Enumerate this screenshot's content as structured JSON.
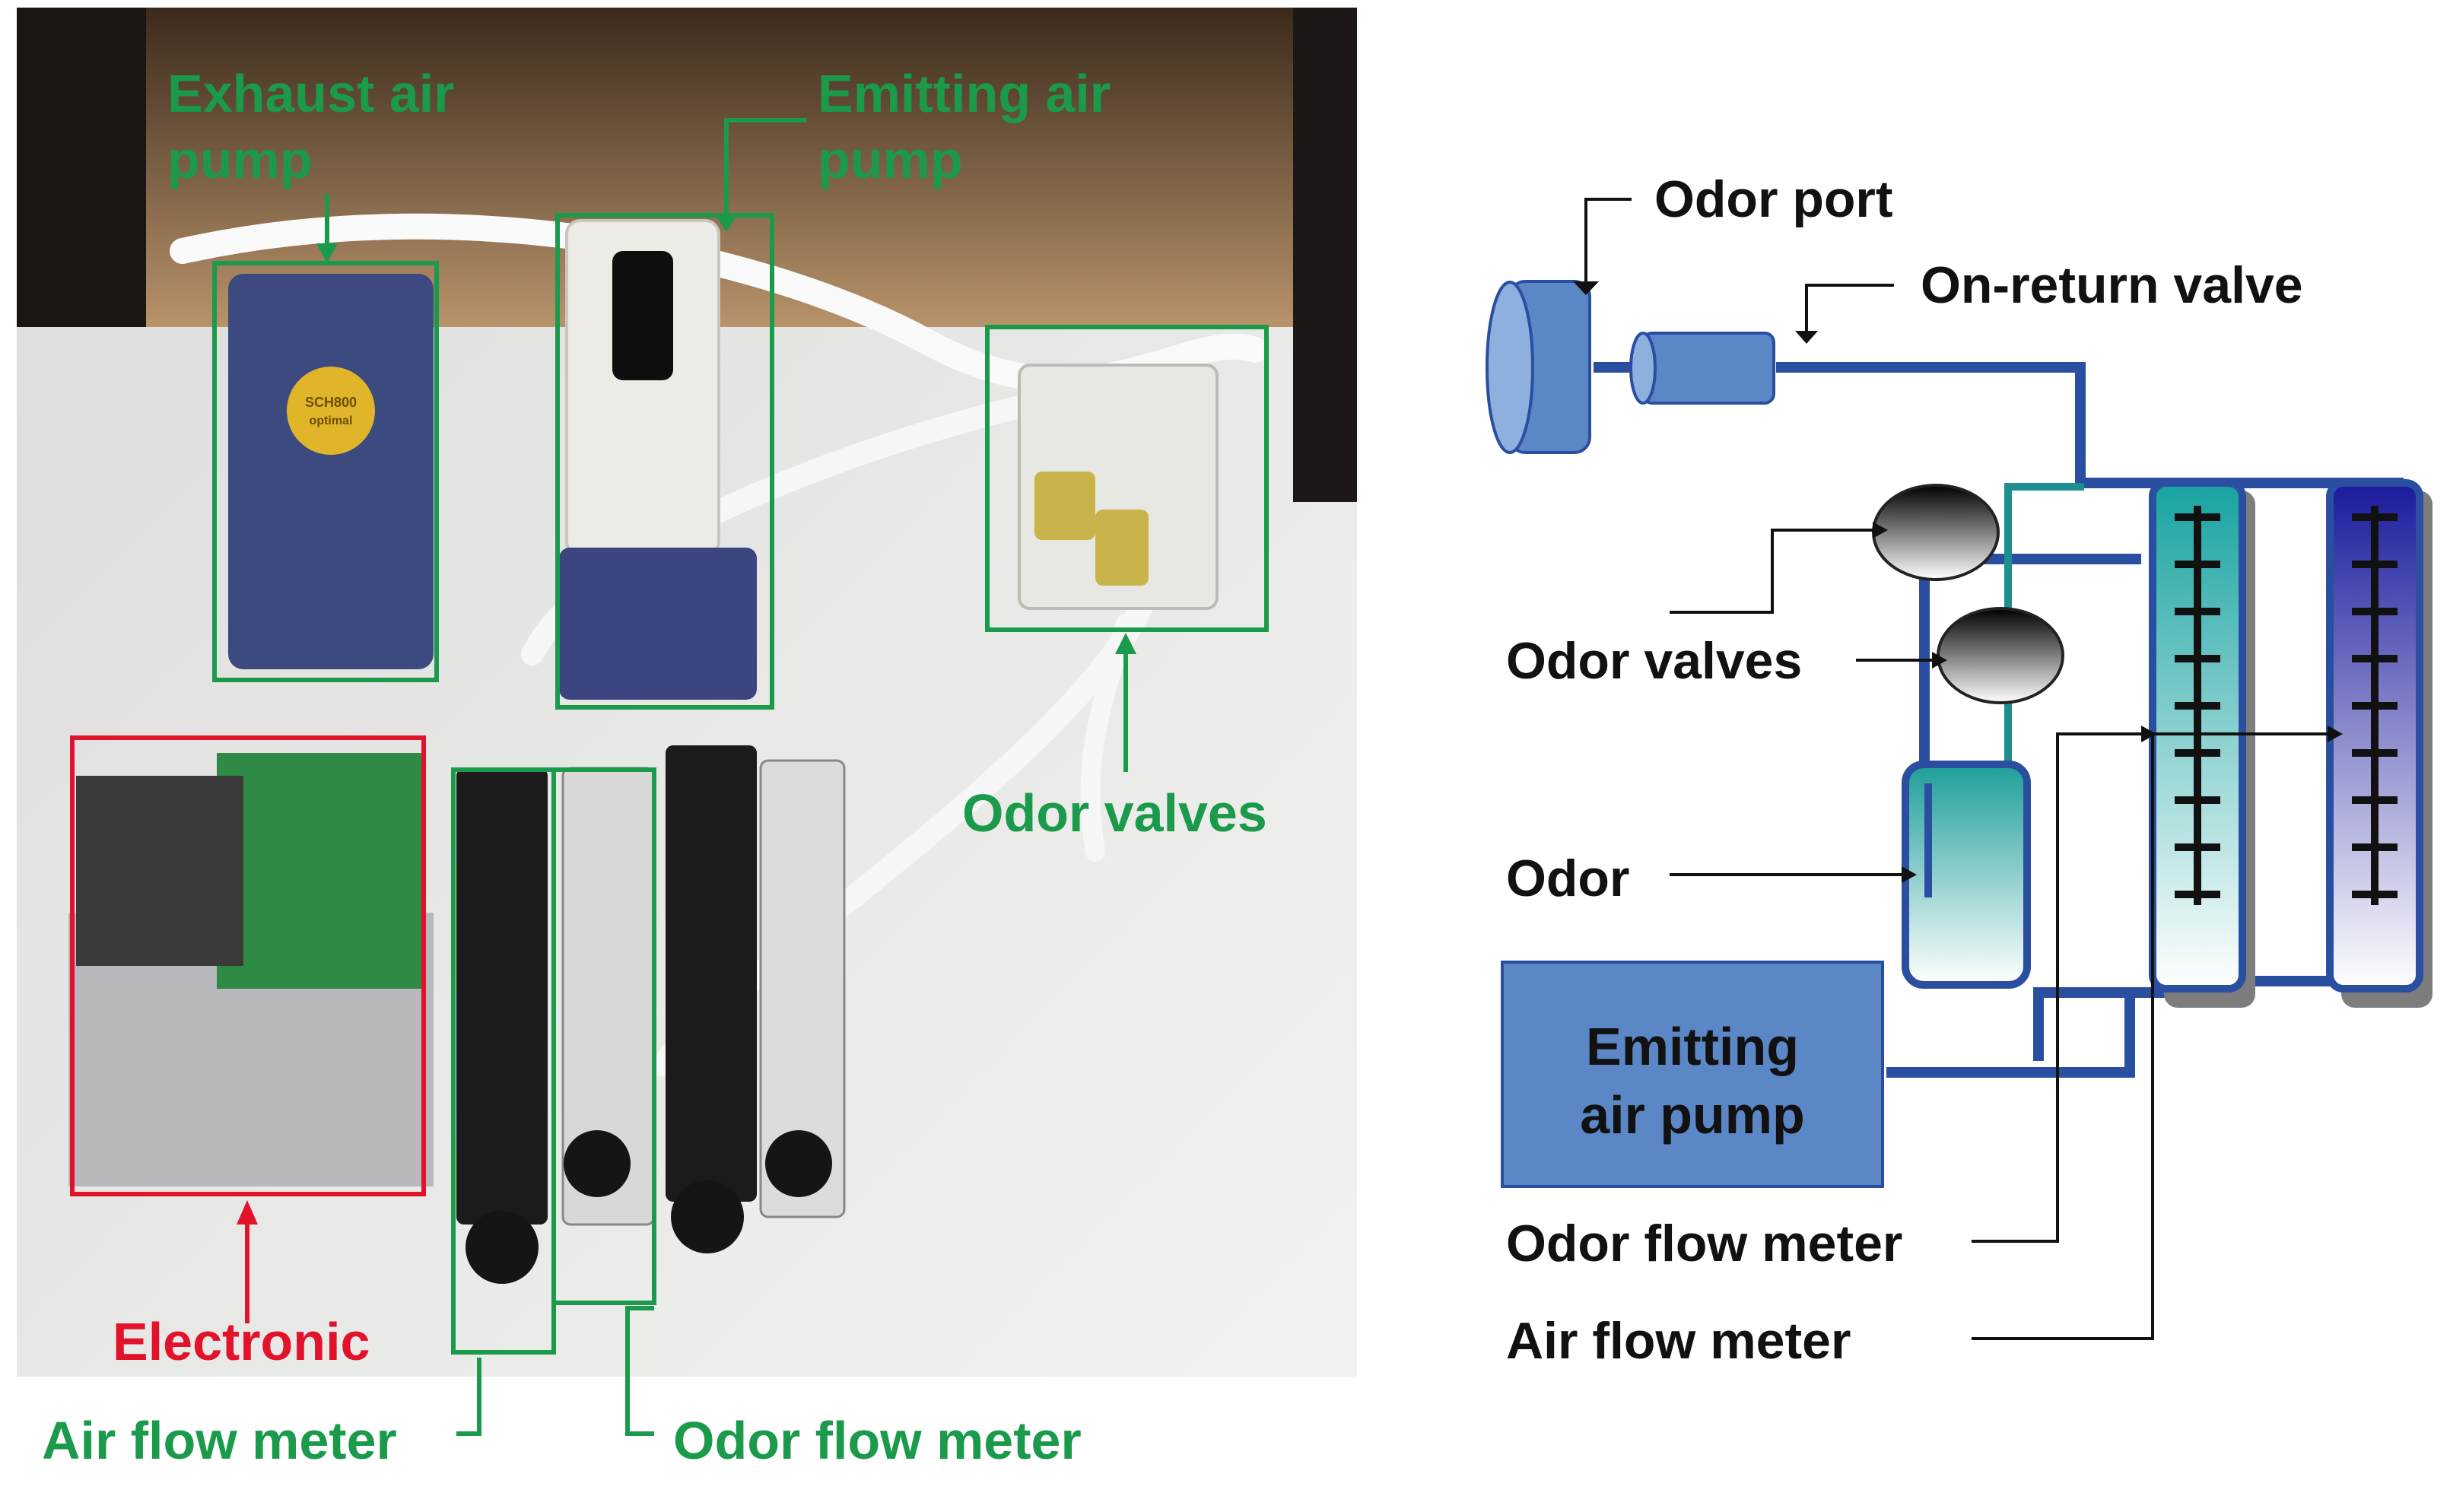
{
  "photo_panel": {
    "labels": {
      "exhaust_air_pump": [
        "Exhaust air",
        "pump"
      ],
      "emitting_air_pump": [
        "Emitting air",
        "pump"
      ],
      "odor_valves": "Odor valves",
      "electronic": "Electronic",
      "air_flow_meter": "Air flow meter",
      "odor_flow_meter": "Odor flow meter"
    },
    "device_text": {
      "pump_sticker": [
        "SCH800",
        "optimal"
      ]
    },
    "colors": {
      "component_box": "#1a9a4a",
      "electronic_box": "#e3122b"
    }
  },
  "schematic_panel": {
    "labels": {
      "odor_port": "Odor port",
      "on_return_valve": "On-return valve",
      "odor_valves": "Odor valves",
      "odor": "Odor",
      "emitting_air_pump": [
        "Emitting",
        "air pump"
      ],
      "odor_flow_meter": "Odor flow meter",
      "air_flow_meter": "Air flow meter"
    },
    "colors": {
      "component_fill": "#5b87c6",
      "tube_main": "#2a4fa0",
      "tube_odor": "#1e8f8f",
      "odor_flow_meter_fill": "#1aa2a0",
      "air_flow_meter_fill": "#1f1f9e"
    }
  }
}
